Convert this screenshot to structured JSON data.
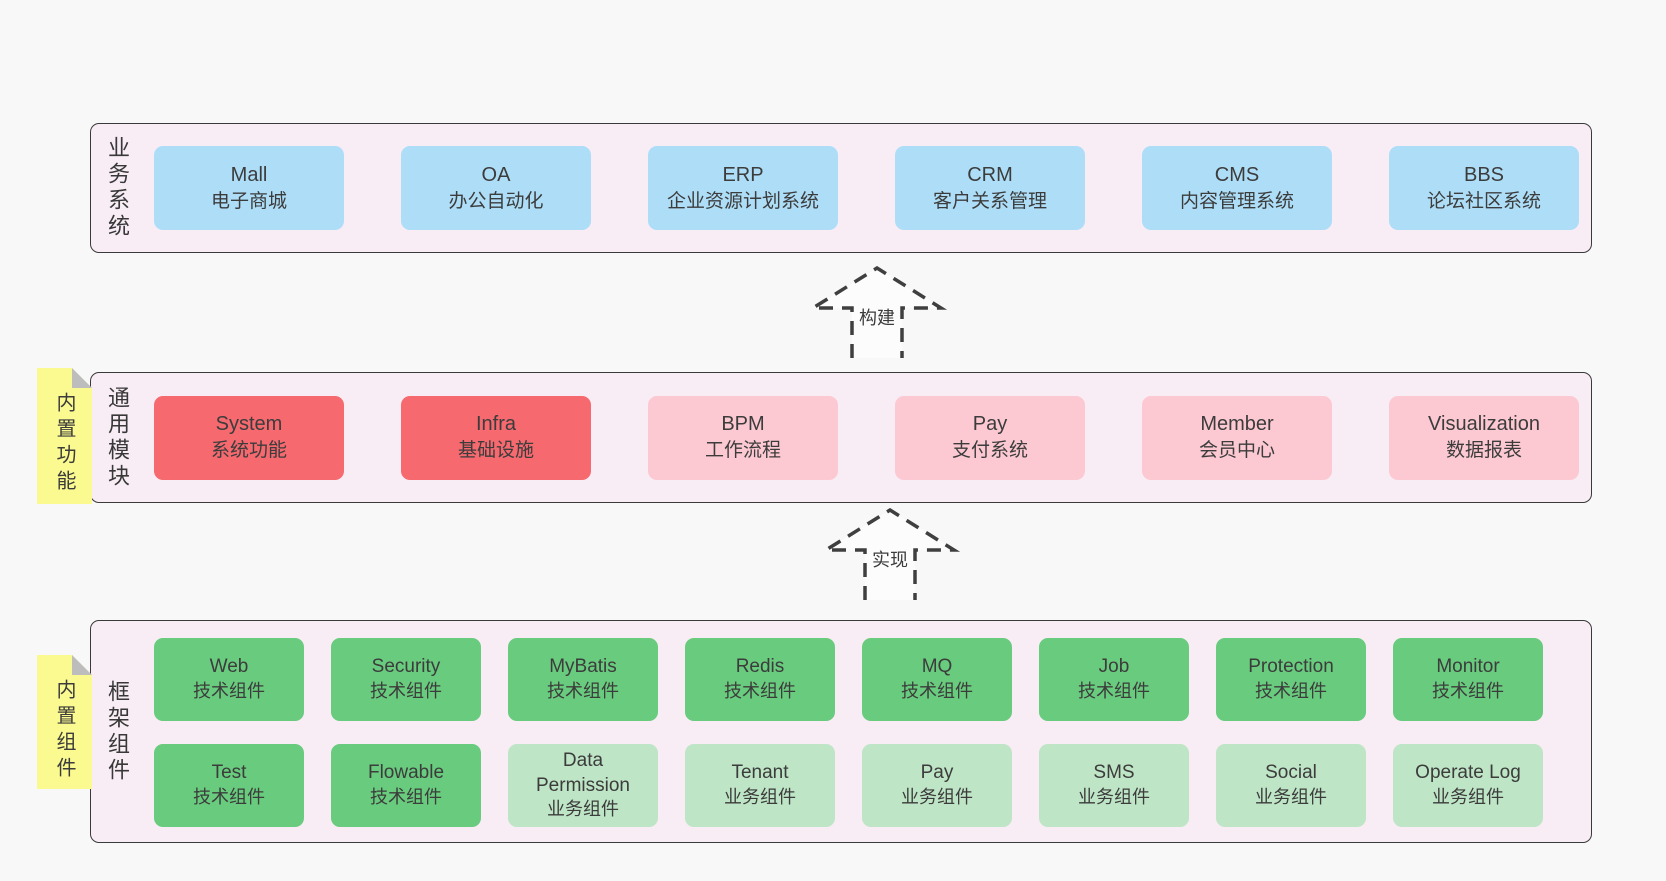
{
  "colors": {
    "page_bg": "#f8f8f8",
    "band_bg": "#f8edf5",
    "band_border": "#3a3a3a",
    "blue": "#aedef7",
    "red": "#f5696f",
    "pink": "#fcc9d2",
    "green_dark": "#68cb7d",
    "green_light": "#bee5c5",
    "sticky_yellow": "#fbfa90",
    "sticky_fold_gray": "#bdbdbd",
    "text": "#3c3c3c"
  },
  "arrows": {
    "build": "构建",
    "implement": "实现"
  },
  "bands": {
    "business": {
      "label": "业务系统",
      "boxes": [
        {
          "name": "Mall",
          "desc": "电子商城",
          "variant": "blue"
        },
        {
          "name": "OA",
          "desc": "办公自动化",
          "variant": "blue"
        },
        {
          "name": "ERP",
          "desc": "企业资源计划系统",
          "variant": "blue"
        },
        {
          "name": "CRM",
          "desc": "客户关系管理",
          "variant": "blue"
        },
        {
          "name": "CMS",
          "desc": "内容管理系统",
          "variant": "blue"
        },
        {
          "name": "BBS",
          "desc": "论坛社区系统",
          "variant": "blue"
        }
      ]
    },
    "modules": {
      "label": "通用模块",
      "sticky": "内置功能",
      "boxes": [
        {
          "name": "System",
          "desc": "系统功能",
          "variant": "red"
        },
        {
          "name": "Infra",
          "desc": "基础设施",
          "variant": "red"
        },
        {
          "name": "BPM",
          "desc": "工作流程",
          "variant": "pink"
        },
        {
          "name": "Pay",
          "desc": "支付系统",
          "variant": "pink"
        },
        {
          "name": "Member",
          "desc": "会员中心",
          "variant": "pink"
        },
        {
          "name": "Visualization",
          "desc": "数据报表",
          "variant": "pink"
        }
      ]
    },
    "framework": {
      "label": "框架组件",
      "sticky": "内置组件",
      "row1": [
        {
          "name": "Web",
          "desc": "技术组件",
          "variant": "green-dark"
        },
        {
          "name": "Security",
          "desc": "技术组件",
          "variant": "green-dark"
        },
        {
          "name": "MyBatis",
          "desc": "技术组件",
          "variant": "green-dark"
        },
        {
          "name": "Redis",
          "desc": "技术组件",
          "variant": "green-dark"
        },
        {
          "name": "MQ",
          "desc": "技术组件",
          "variant": "green-dark"
        },
        {
          "name": "Job",
          "desc": "技术组件",
          "variant": "green-dark"
        },
        {
          "name": "Protection",
          "desc": "技术组件",
          "variant": "green-dark"
        },
        {
          "name": "Monitor",
          "desc": "技术组件",
          "variant": "green-dark"
        }
      ],
      "row2": [
        {
          "name": "Test",
          "desc": "技术组件",
          "variant": "green-dark"
        },
        {
          "name": "Flowable",
          "desc": "技术组件",
          "variant": "green-dark"
        },
        {
          "name": "Data Permission",
          "desc": "业务组件",
          "variant": "green-light"
        },
        {
          "name": "Tenant",
          "desc": "业务组件",
          "variant": "green-light"
        },
        {
          "name": "Pay",
          "desc": "业务组件",
          "variant": "green-light"
        },
        {
          "name": "SMS",
          "desc": "业务组件",
          "variant": "green-light"
        },
        {
          "name": "Social",
          "desc": "业务组件",
          "variant": "green-light"
        },
        {
          "name": "Operate Log",
          "desc": "业务组件",
          "variant": "green-light"
        }
      ]
    }
  }
}
